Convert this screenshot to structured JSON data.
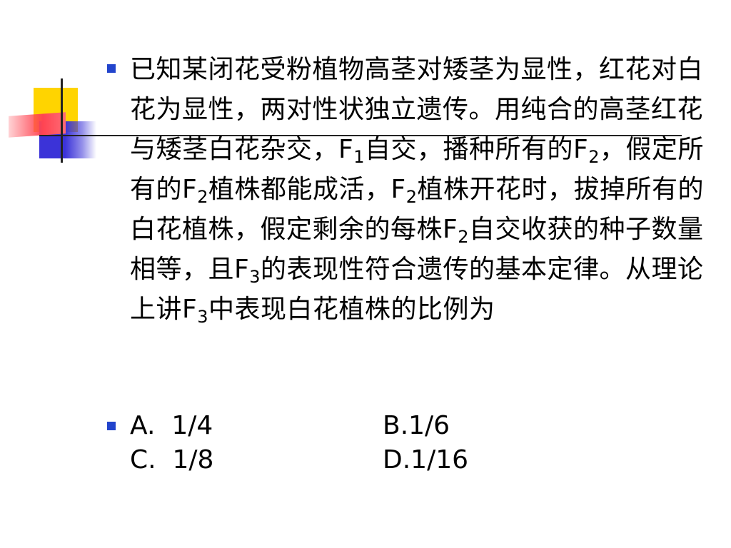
{
  "question": {
    "segments": [
      {
        "t": "已知某闭花受粉植物高茎对矮茎为显性，红花对白花为显性，两对性状独立遗传。用纯合的高茎红花与矮茎白花杂交，F"
      },
      {
        "sub": "1"
      },
      {
        "t": "自交，播种所有的F"
      },
      {
        "sub": "2"
      },
      {
        "t": "，假定所有的F"
      },
      {
        "sub": "2"
      },
      {
        "t": "植株都能成活，F"
      },
      {
        "sub": "2"
      },
      {
        "t": "植株开花时，拔掉所有的白花植株，假定剩余的每株F"
      },
      {
        "sub": "2"
      },
      {
        "t": "自交收获的种子数量相等，且F"
      },
      {
        "sub": "3"
      },
      {
        "t": "的表现性符合遗传的基本定律。从理论上讲F"
      },
      {
        "sub": "3"
      },
      {
        "t": "中表现白花植株的比例为"
      }
    ]
  },
  "options": {
    "a": "A.  1/4",
    "b": "B.1/6",
    "c": "C.  1/8",
    "d": "D.1/16"
  }
}
